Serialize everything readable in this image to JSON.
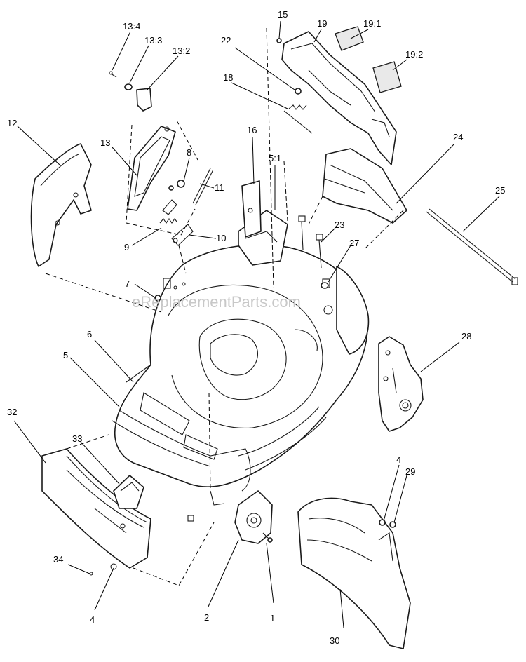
{
  "watermark": "eReplacementParts.com",
  "callouts": {
    "c13_4": "13:4",
    "c13_3": "13:3",
    "c13_2": "13:2",
    "c15": "15",
    "c19": "19",
    "c19_1": "19:1",
    "c19_2": "19:2",
    "c22": "22",
    "c18": "18",
    "c16": "16",
    "c5_1": "5:1",
    "c24": "24",
    "c25": "25",
    "c12": "12",
    "c13": "13",
    "c8": "8",
    "c11": "11",
    "c9": "9",
    "c10": "10",
    "c23": "23",
    "c27": "27",
    "c7": "7",
    "c6": "6",
    "c5": "5",
    "c28": "28",
    "c32": "32",
    "c33": "33",
    "c4a": "4",
    "c29": "29",
    "c34": "34",
    "c4b": "4",
    "c2": "2",
    "c1": "1",
    "c30": "30"
  }
}
